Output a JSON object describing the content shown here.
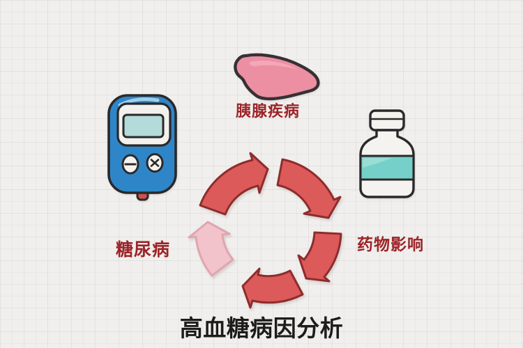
{
  "page": {
    "background_color": "#f0efed",
    "grid_color": "#dcdbd9",
    "style": "hand-drawn sketch infographic"
  },
  "diagram": {
    "title": "高血糖病因分析",
    "title_color": "#1d1c1c",
    "label_color": "#9c2327",
    "causes": [
      {
        "id": "diabetes",
        "label": "糖尿病",
        "icon": "glucose-meter-icon",
        "position": "left"
      },
      {
        "id": "pancreatic-disease",
        "label": "胰腺疾病",
        "icon": "pancreas-icon",
        "position": "top"
      },
      {
        "id": "drug-influence",
        "label": "药物影响",
        "icon": "medicine-bottle-icon",
        "position": "right"
      }
    ],
    "cycle": {
      "type": "circular-arrow-cycle",
      "direction": "clockwise",
      "segment_count": 5,
      "segments": [
        {
          "position": "top-left",
          "color": "red"
        },
        {
          "position": "top-right",
          "color": "red"
        },
        {
          "position": "right",
          "color": "red"
        },
        {
          "position": "bottom",
          "color": "red"
        },
        {
          "position": "left",
          "color": "pink"
        }
      ],
      "red_fill": "#dc5a5a",
      "red_stroke": "#8e2c2c",
      "pink_fill": "#f2c3cb",
      "pink_stroke": "#dfa6b0"
    },
    "icon_colors": {
      "meter_body": "#2e86c9",
      "meter_panel": "#f2f1ed",
      "meter_screen": "#b3dbda",
      "meter_strip": "#d0504d",
      "pancreas_fill": "#ec8fa3",
      "bottle_body": "#f4f3f0",
      "bottle_label": "#74d0c8",
      "outline": "#2b2829"
    }
  }
}
